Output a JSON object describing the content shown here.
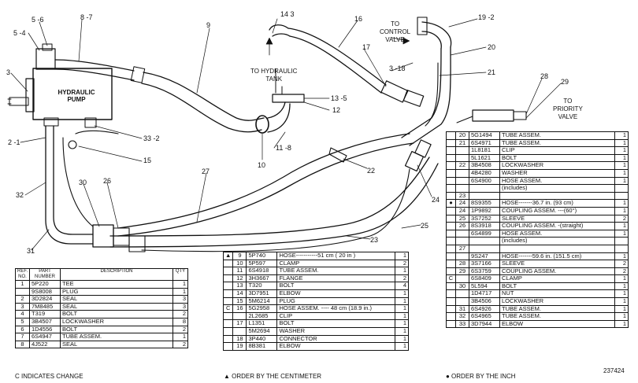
{
  "diagram": {
    "component_blocks": {
      "hydraulic_pump": "HYDRAULIC\nPUMP"
    },
    "callouts": [
      {
        "id": "c14-3",
        "text": "14  3"
      },
      {
        "id": "c8-7",
        "text": "8 -7"
      },
      {
        "id": "c5-6",
        "text": "5 -6"
      },
      {
        "id": "c5-4",
        "text": "5 -4"
      },
      {
        "id": "c9",
        "text": "9"
      },
      {
        "id": "c16",
        "text": "16"
      },
      {
        "id": "c19-2",
        "text": "19 -2"
      },
      {
        "id": "c20",
        "text": "20"
      },
      {
        "id": "c21",
        "text": "21"
      },
      {
        "id": "c17",
        "text": "17"
      },
      {
        "id": "c3-18",
        "text": "3 -18"
      },
      {
        "id": "c3",
        "text": "3"
      },
      {
        "id": "c13-5",
        "text": "13 -5"
      },
      {
        "id": "c12",
        "text": "12"
      },
      {
        "id": "c28",
        "text": "28"
      },
      {
        "id": "c29",
        "text": "29"
      },
      {
        "id": "c2-1",
        "text": "2 -1"
      },
      {
        "id": "c33-2",
        "text": "33 -2"
      },
      {
        "id": "c15",
        "text": "15"
      },
      {
        "id": "c10",
        "text": "10"
      },
      {
        "id": "c11-8",
        "text": "11 -8"
      },
      {
        "id": "c22",
        "text": "22"
      },
      {
        "id": "c32",
        "text": "32"
      },
      {
        "id": "c30",
        "text": "30"
      },
      {
        "id": "c26a",
        "text": "26"
      },
      {
        "id": "c27",
        "text": "27"
      },
      {
        "id": "c24",
        "text": "24"
      },
      {
        "id": "c25",
        "text": "25"
      },
      {
        "id": "c31",
        "text": "31"
      },
      {
        "id": "c23",
        "text": "23"
      }
    ],
    "annotations": {
      "to_control_valve": "TO\nCONTROL\nVALVE",
      "to_hydraulic_tank": "TO HYDRAULIC\nTANK",
      "to_priority_valve": "TO\nPRIORITY\nVALVE"
    }
  },
  "parts_table_1": {
    "headers": {
      "no": "REF. NO.",
      "part": "PART\nNUMBER",
      "desc": "DESCRIPTION",
      "qty": "QTY"
    },
    "rows": [
      {
        "sym": "",
        "no": "1",
        "part": "5P220",
        "desc": "TEE",
        "qty": "1"
      },
      {
        "sym": "",
        "no": "",
        "part": "9S8008",
        "desc": "PLUG",
        "qty": "1"
      },
      {
        "sym": "",
        "no": "2",
        "part": "3D2824",
        "desc": "SEAL",
        "qty": "3"
      },
      {
        "sym": "",
        "no": "3",
        "part": "7M8485",
        "desc": "SEAL",
        "qty": "3"
      },
      {
        "sym": "",
        "no": "4",
        "part": "T319",
        "desc": "BOLT",
        "qty": "2"
      },
      {
        "sym": "",
        "no": "5",
        "part": "3B4507",
        "desc": "LOCKWASHER",
        "qty": "8"
      },
      {
        "sym": "",
        "no": "6",
        "part": "1D4556",
        "desc": "BOLT",
        "qty": "2"
      },
      {
        "sym": "",
        "no": "7",
        "part": "6S4947",
        "desc": "TUBE ASSEM.",
        "qty": "1"
      },
      {
        "sym": "",
        "no": "8",
        "part": "4J522",
        "desc": "SEAL",
        "qty": "2"
      }
    ]
  },
  "parts_table_2": {
    "rows": [
      {
        "sym": "▲",
        "no": "9",
        "part": "5P740",
        "desc": "HOSE-----------51 cm ( 20 in )",
        "qty": "1"
      },
      {
        "sym": "",
        "no": "10",
        "part": "5P597",
        "desc": "CLAMP",
        "qty": "2"
      },
      {
        "sym": "",
        "no": "11",
        "part": "6S4918",
        "desc": "TUBE ASSEM.",
        "qty": "1"
      },
      {
        "sym": "",
        "no": "12",
        "part": "3H3667",
        "desc": "FLANGE",
        "qty": "2"
      },
      {
        "sym": "",
        "no": "13",
        "part": "T320",
        "desc": "BOLT",
        "qty": "4"
      },
      {
        "sym": "",
        "no": "14",
        "part": "3D7951",
        "desc": "ELBOW",
        "qty": "1"
      },
      {
        "sym": "",
        "no": "15",
        "part": "5M6214",
        "desc": "PLUG",
        "qty": "1"
      },
      {
        "sym": "C",
        "no": "16",
        "part": "5G2958",
        "desc": "HOSE ASSEM.  ---- 48 cm (18.9 in.)",
        "qty": "1"
      },
      {
        "sym": "",
        "no": "",
        "part": "2L2685",
        "desc": "CLIP",
        "qty": "1"
      },
      {
        "sym": "",
        "no": "17",
        "part": "L1351",
        "desc": "BOLT",
        "qty": "1"
      },
      {
        "sym": "",
        "no": "",
        "part": "5M2694",
        "desc": "WASHER",
        "qty": "1"
      },
      {
        "sym": "",
        "no": "18",
        "part": "3P440",
        "desc": "CONNECTOR",
        "qty": "1"
      },
      {
        "sym": "",
        "no": "19",
        "part": "8B381",
        "desc": "ELBOW",
        "qty": "1"
      }
    ]
  },
  "parts_table_3": {
    "rows": [
      {
        "sym": "",
        "no": "20",
        "part": "5G1494",
        "desc": "TUBE ASSEM.",
        "qty": "1"
      },
      {
        "sym": "",
        "no": "21",
        "part": "6S4971",
        "desc": "TUBE ASSEM.",
        "qty": "1"
      },
      {
        "sym": "",
        "no": "",
        "part": "1L8181",
        "desc": "CLIP",
        "qty": "1"
      },
      {
        "sym": "",
        "no": "",
        "part": "5L1621",
        "desc": "BOLT",
        "qty": "1"
      },
      {
        "sym": "",
        "no": "22",
        "part": "3B4508",
        "desc": "LOCKWASHER",
        "qty": "1"
      },
      {
        "sym": "",
        "no": "",
        "part": "4B4280",
        "desc": "WASHER",
        "qty": "1"
      },
      {
        "sym": "",
        "no": "",
        "part": "6S4900",
        "desc": "HOSE ASSEM.",
        "qty": "1"
      },
      {
        "sym": "",
        "no": "",
        "part": "",
        "desc": "    (includes)",
        "qty": ""
      },
      {
        "sym": "",
        "no": "23",
        "part": "",
        "desc": "",
        "qty": ""
      },
      {
        "sym": "●",
        "no": "24",
        "part": "8S9355",
        "desc": "HOSE-------36.7 in. (93 cm)",
        "qty": "1"
      },
      {
        "sym": "",
        "no": "24",
        "part": "1P9892",
        "desc": "COUPLING ASSEM. ---(60°)",
        "qty": "1"
      },
      {
        "sym": "",
        "no": "25",
        "part": "3S7252",
        "desc": "SLEEVE",
        "qty": "2"
      },
      {
        "sym": "",
        "no": "26",
        "part": "8S3918",
        "desc": "COUPLING ASSEM. -(straight)",
        "qty": "1"
      },
      {
        "sym": "",
        "no": "",
        "part": "6S4899",
        "desc": "HOSE ASSEM.",
        "qty": "1"
      },
      {
        "sym": "",
        "no": "",
        "part": "",
        "desc": "    (includes)",
        "qty": ""
      },
      {
        "sym": "",
        "no": "27",
        "part": "",
        "desc": "",
        "qty": ""
      },
      {
        "sym": "",
        "no": "",
        "part": "9S247",
        "desc": "HOSE-------59.6 in. (151.5 cm)",
        "qty": "1"
      },
      {
        "sym": "",
        "no": "28",
        "part": "3S7166",
        "desc": "SLEEVE",
        "qty": "2"
      },
      {
        "sym": "",
        "no": "29",
        "part": "6S3759",
        "desc": "COUPLING ASSEM.",
        "qty": "2"
      },
      {
        "sym": "C",
        "no": "",
        "part": "6S8409",
        "desc": "CLAMP",
        "qty": "1"
      },
      {
        "sym": "",
        "no": "30",
        "part": "5L594",
        "desc": "BOLT",
        "qty": "1"
      },
      {
        "sym": "",
        "no": "",
        "part": "1D4717",
        "desc": "NUT",
        "qty": "1"
      },
      {
        "sym": "",
        "no": "",
        "part": "3B4506",
        "desc": "LOCKWASHER",
        "qty": "1"
      },
      {
        "sym": "",
        "no": "31",
        "part": "6S4926",
        "desc": "TUBE ASSEM.",
        "qty": "1"
      },
      {
        "sym": "",
        "no": "32",
        "part": "6S4965",
        "desc": "TUBE ASSEM.",
        "qty": "1"
      },
      {
        "sym": "",
        "no": "33",
        "part": "3D7944",
        "desc": "ELBOW",
        "qty": "1"
      }
    ]
  },
  "footer": {
    "change_note": "C  INDICATES CHANGE",
    "centimeter_note": "▲  ORDER BY THE CENTIMETER",
    "inch_note": "●  ORDER BY THE INCH",
    "drawing_number": "237424"
  }
}
